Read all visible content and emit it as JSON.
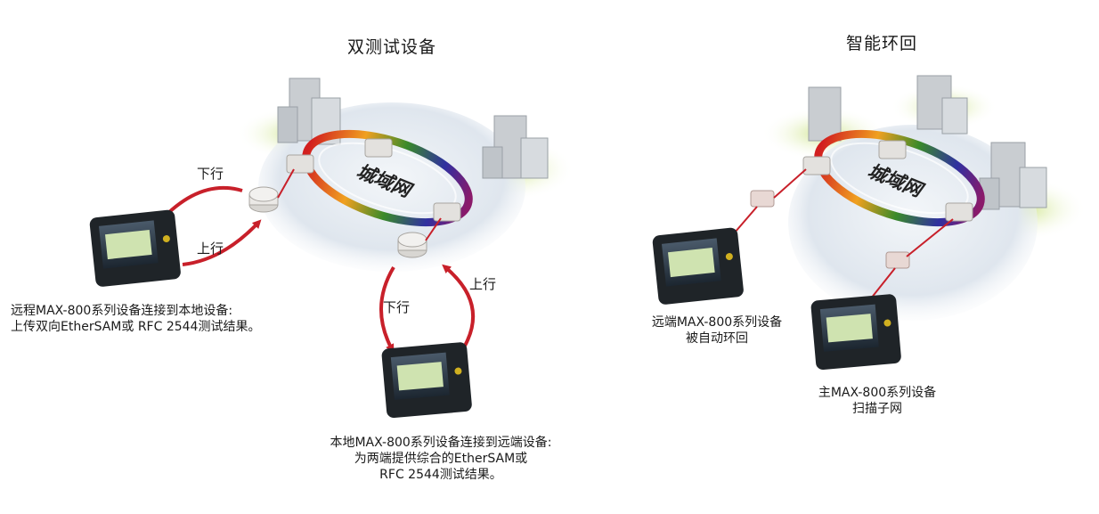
{
  "left_panel": {
    "title": "双测试设备",
    "network_label": "城域网",
    "downlink_left": "下行",
    "uplink_left": "上行",
    "downlink_bottom": "下行",
    "uplink_bottom": "上行",
    "remote_caption": [
      "远程MAX-800系列设备连接到本地设备:",
      "上传双向EtherSAM或 RFC 2544测试结果。"
    ],
    "local_caption": [
      "本地MAX-800系列设备连接到远端设备:",
      "为两端提供综合的EtherSAM或",
      "RFC 2544测试结果。"
    ]
  },
  "right_panel": {
    "title": "智能环回",
    "network_label": "城域网",
    "remote_caption": [
      "远端MAX-800系列设备",
      "被自动环回"
    ],
    "main_caption": [
      "主MAX-800系列设备",
      "扫描子网"
    ]
  },
  "colors": {
    "arrow": "#c8202a",
    "link": "#c8202a",
    "cloud": "#dfe6ee",
    "grass": "#d6ea9a"
  }
}
